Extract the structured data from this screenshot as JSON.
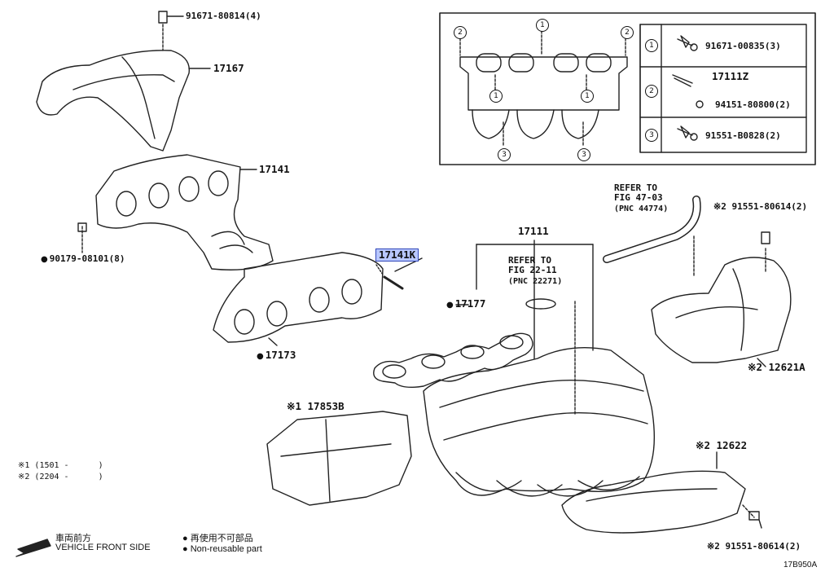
{
  "parts": {
    "p91671_80814": "91671-80814(4)",
    "p17167": "17167",
    "p17141": "17141",
    "p90179": "90179-08101(8)",
    "p17141K": "17141K",
    "p17173": "17173",
    "p17177": "17177",
    "p17111": "17111",
    "refer_a_line1": "REFER TO",
    "refer_a_line2": "FIG 22-11",
    "refer_a_line3": "(PNC 22271)",
    "refer_b_line1": "REFER TO",
    "refer_b_line2": "FIG 47-03",
    "refer_b_line3": "(PNC 44774)",
    "p91551_80614_top": "※2 91551-80614(2)",
    "p12621A": "※2 12621A",
    "p17853B": "※1 17853B",
    "p12622": "※2 12622",
    "p91551_80614_bottom": "※2 91551-80614(2)"
  },
  "inset": {
    "row1_num": "1",
    "row1_part": "91671-00835(3)",
    "row2_num": "2",
    "row2_part_a": "17111Z",
    "row2_part_b": "94151-80800(2)",
    "row3_num": "3",
    "row3_part": "91551-B0828(2)",
    "callouts": [
      "2",
      "1",
      "2",
      "1",
      "1",
      "3",
      "3"
    ]
  },
  "notes": {
    "note1": "※1 (1501 -      )",
    "note2": "※2 (2204 -      )"
  },
  "legend": {
    "front_jp": "車両前方",
    "front_en": "VEHICLE FRONT SIDE",
    "nonreuse_jp": "● 再使用不可部品",
    "nonreuse_en": "● Non-reusable part"
  },
  "figure_id": "17B950A"
}
